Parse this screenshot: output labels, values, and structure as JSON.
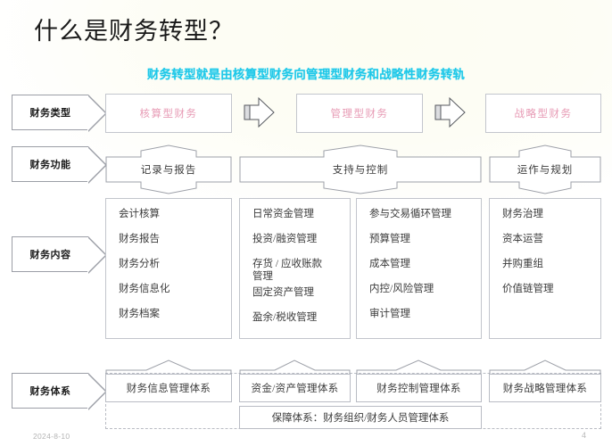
{
  "slide": {
    "title": "什么是财务转型？",
    "subtitle": "财务转型就是由核算型财务向管理型财务和战略性财务转轨",
    "footer_date": "2024-8-10",
    "page_number": "4",
    "colors": {
      "subtitle_cyan": "#1fc8e8",
      "type_pink": "#e79ab4",
      "body_gray": "#3b3b3b",
      "border_gray": "#b9bcc4",
      "footer_gray": "#b4b4b4"
    }
  },
  "row_labels": [
    {
      "label": "财务类型"
    },
    {
      "label": "财务功能"
    },
    {
      "label": "财务内容"
    },
    {
      "label": "财务体系"
    }
  ],
  "finance_types": [
    {
      "label": "核算型财务"
    },
    {
      "label": "管理型财务"
    },
    {
      "label": "战略型财务"
    }
  ],
  "finance_functions": [
    {
      "label": "记录与报告"
    },
    {
      "label": "支持与控制"
    },
    {
      "label": "运作与规划"
    }
  ],
  "finance_contents": [
    {
      "items": [
        "会计核算",
        "财务报告",
        "财务分析",
        "财务信息化",
        "财务档案"
      ]
    },
    {
      "items": [
        "日常资金管理",
        "投资/融资管理",
        "存货 / 应收账款\n管理",
        "固定资产管理",
        "盈余/税收管理"
      ]
    },
    {
      "items": [
        "参与交易循环管理",
        "预算管理",
        "成本管理",
        "内控/风险管理",
        "审计管理"
      ]
    },
    {
      "items": [
        "财务治理",
        "资本运营",
        "并购重组",
        "价值链管理"
      ]
    }
  ],
  "finance_systems": [
    {
      "label": "财务信息管理体系"
    },
    {
      "label": "资金/资产管理体系"
    },
    {
      "label": "财务控制管理体系"
    },
    {
      "label": "财务战略管理体系"
    }
  ],
  "guarantee_system": {
    "label": "保障体系：财务组织/财务人员管理体系"
  },
  "icons": {
    "block_arrow": "right-block-arrow-icon",
    "updown_arrow": "up-down-arrow-icon",
    "up_chevron": "up-chevron-icon",
    "pentagon": "pentagon-label-icon"
  }
}
